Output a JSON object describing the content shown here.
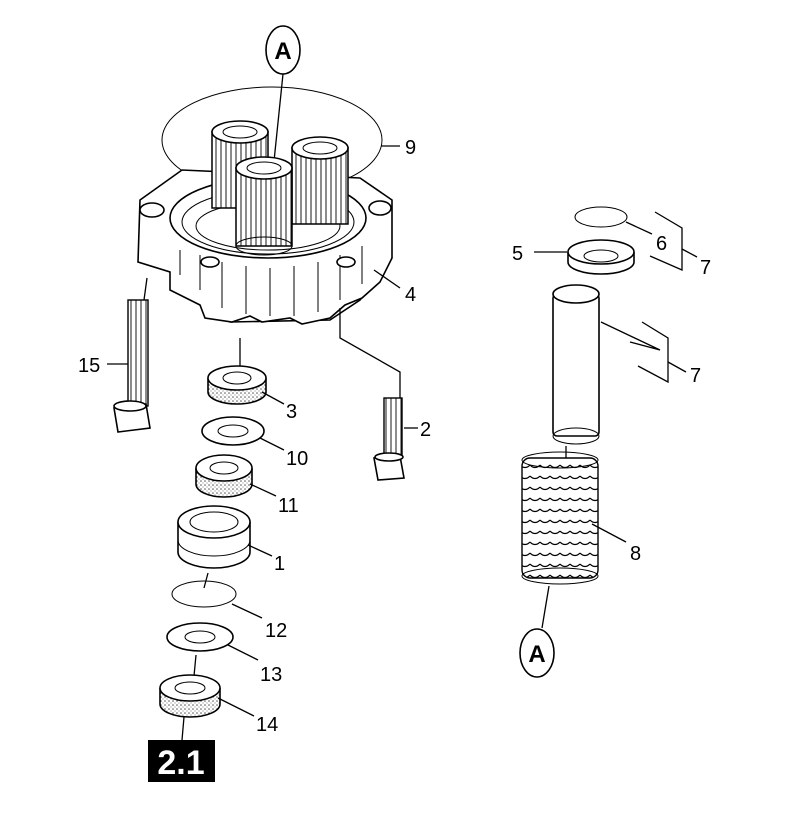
{
  "labels": {
    "ref_top": "A",
    "ref_bottom": "A",
    "p1": "1",
    "p2": "2",
    "p3": "3",
    "p4": "4",
    "p5": "5",
    "p6": "6",
    "p7a": "7",
    "p7b": "7",
    "p8": "8",
    "p9": "9",
    "p10": "10",
    "p11": "11",
    "p12": "12",
    "p13": "13",
    "p14": "14",
    "p15": "15"
  },
  "section": "2.1"
}
